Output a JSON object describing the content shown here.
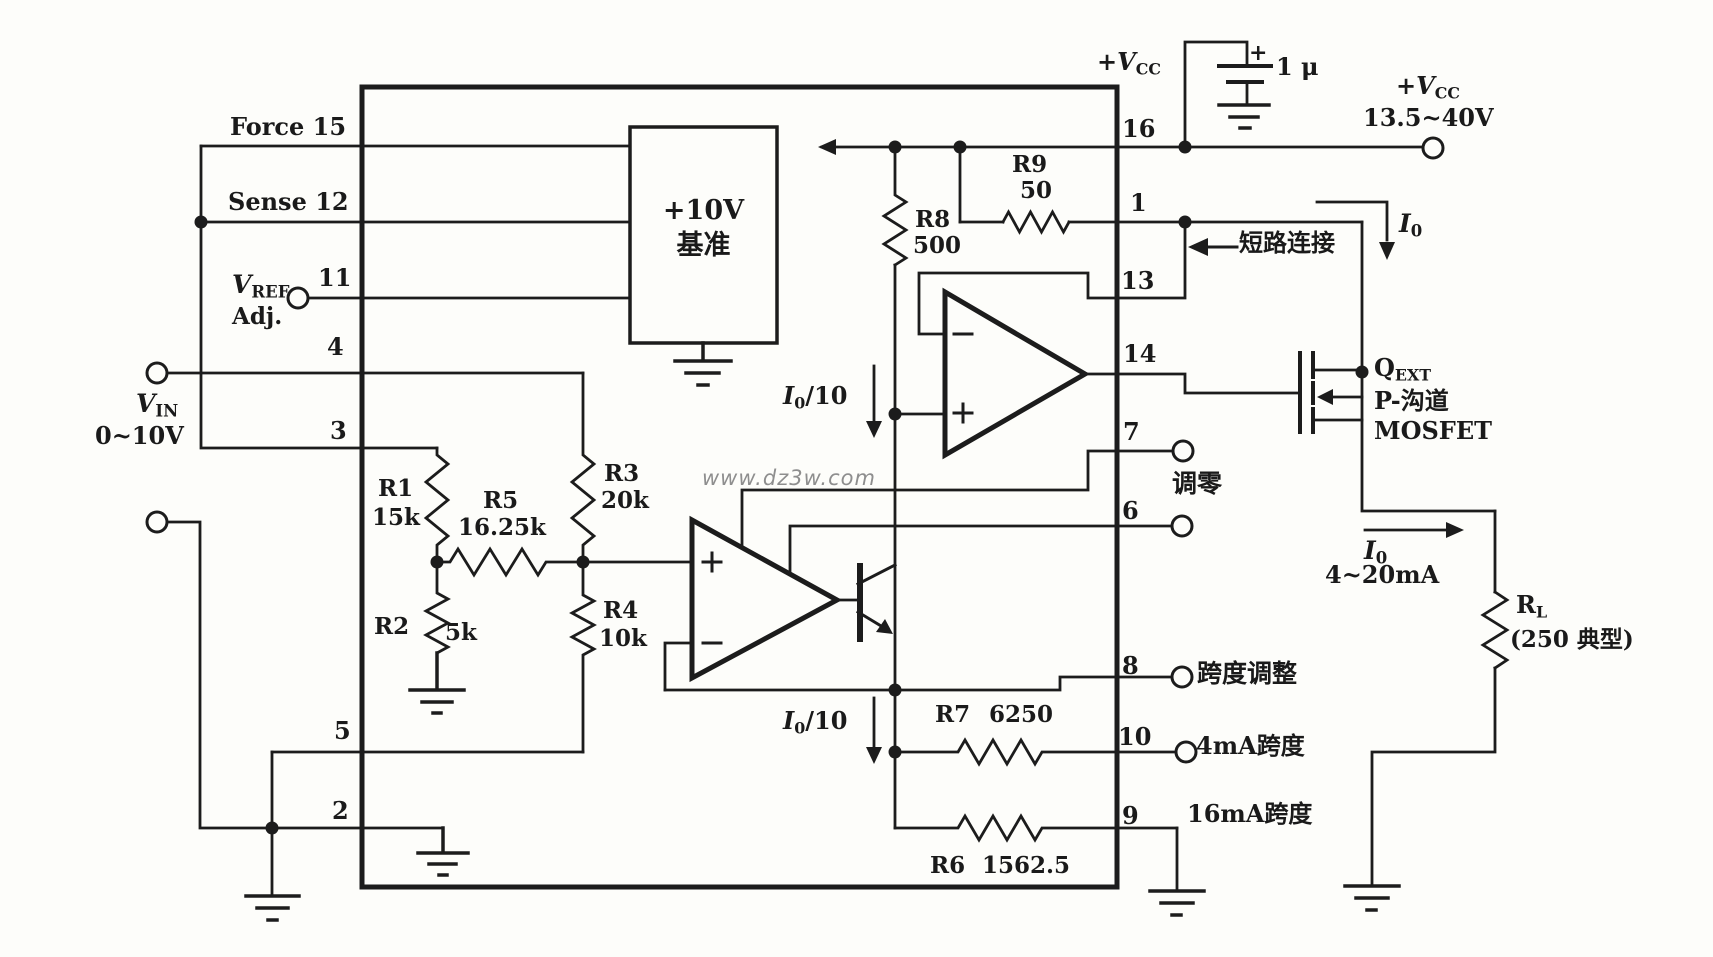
{
  "watermark": "www.dz3w.com",
  "supply": {
    "vcc_main": "+V",
    "vcc_sub": "CC",
    "range": "13.5~40V",
    "cap_value": "1 μ",
    "cap_polarity": "+"
  },
  "input": {
    "vin_main": "V",
    "vin_sub": "IN",
    "range": "0~10V"
  },
  "ic": {
    "ref_box": {
      "line1": "+10V",
      "line2": "基准"
    },
    "vref_adj": {
      "main": "V",
      "sub": "REF",
      "line2": "Adj."
    },
    "pins": {
      "force": "Force 15",
      "sense": "Sense 12",
      "p11": "11",
      "p4": "4",
      "p3": "3",
      "p5": "5",
      "p2": "2",
      "p16": "16",
      "p1": "1",
      "p13": "13",
      "p14": "14",
      "p7": "7",
      "p6": "6",
      "p8": "8",
      "p10": "10",
      "p9": "9"
    }
  },
  "resistors": {
    "r1": {
      "name": "R1",
      "value": "15k"
    },
    "r2": {
      "name": "R2",
      "value": "5k"
    },
    "r3": {
      "name": "R3",
      "value": "20k"
    },
    "r4": {
      "name": "R4",
      "value": "10k"
    },
    "r5": {
      "name": "R5",
      "value": "16.25k"
    },
    "r6": {
      "name": "R6",
      "value": "1562.5"
    },
    "r7": {
      "name": "R7",
      "value": "6250"
    },
    "r8": {
      "name": "R8",
      "value": "500"
    },
    "r9": {
      "name": "R9",
      "value": "50"
    },
    "rl": {
      "name_main": "R",
      "name_sub": "L",
      "value": "(250 典型)"
    }
  },
  "annotations": {
    "short_circuit": "短路连接",
    "zero_adjust": "调零",
    "span_adjust": "跨度调整",
    "span_4ma": "4mA跨度",
    "span_16ma": "16mA跨度",
    "io_main": "I",
    "io_sub": "0",
    "io_div10_rest": "/10",
    "io_range": "4~20mA",
    "qext_main": "Q",
    "qext_sub": "EXT",
    "mosfet_line1": "P-沟道",
    "mosfet_line2": "MOSFET"
  }
}
